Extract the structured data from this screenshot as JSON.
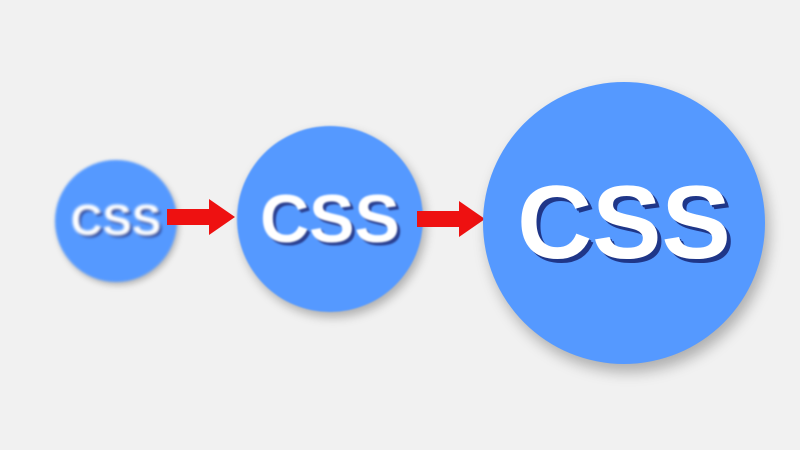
{
  "colors": {
    "background": "#f1f1f1",
    "circle_fill": "#5599ff",
    "text": "#ffffff",
    "text_shadow": "#2a3f8f",
    "arrow": "#ee1111"
  },
  "circles": [
    {
      "label": "CSS",
      "size": "small"
    },
    {
      "label": "CSS",
      "size": "medium"
    },
    {
      "label": "CSS",
      "size": "large"
    }
  ],
  "arrows": [
    {
      "icon": "arrow-right-icon"
    },
    {
      "icon": "arrow-right-icon"
    }
  ]
}
